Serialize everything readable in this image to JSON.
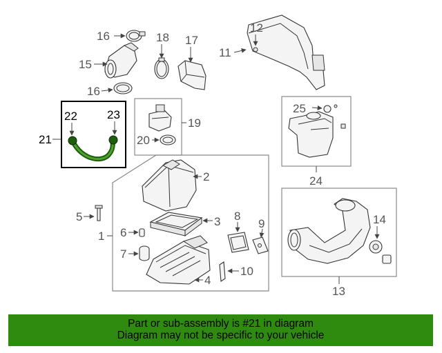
{
  "callouts": [
    "1",
    "2",
    "3",
    "4",
    "5",
    "6",
    "7",
    "8",
    "9",
    "10",
    "11",
    "12",
    "13",
    "14",
    "15",
    "16",
    "16",
    "17",
    "18",
    "19",
    "20",
    "21",
    "22",
    "23",
    "24",
    "25"
  ],
  "highlight": {
    "part": "21",
    "color": "#2f8a10"
  },
  "banner": {
    "line1": "Part or sub-assembly is #21 in diagram",
    "line2": "Diagram may not be specific to your vehicle",
    "color": "#2f8a10"
  }
}
